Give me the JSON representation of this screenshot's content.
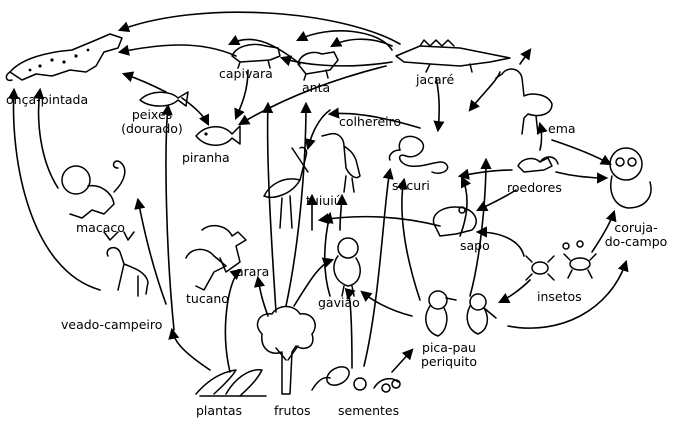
{
  "labels": {
    "onca": "onça-pintada",
    "capivara": "capivara",
    "anta": "anta",
    "jacare": "jacaré",
    "peixes_line1": "peixes",
    "peixes_line2": "(dourado)",
    "piranha": "piranha",
    "colhereiro": "colhereiro",
    "ema": "ema",
    "macaco": "macaco",
    "tuiuiu": "tuiuiú",
    "sucuri": "sucuri",
    "roedores": "roedores",
    "coruja_line1": "coruja-",
    "coruja_line2": "do-campo",
    "veado": "veado-campeiro",
    "arara": "arara",
    "tucano": "tucano",
    "gaviao": "gavião",
    "sapo": "sapo",
    "insetos": "insetos",
    "picapau_line1": "pica-pau",
    "picapau_line2": "periquito",
    "plantas": "plantas",
    "frutos": "frutos",
    "sementes": "sementes"
  }
}
